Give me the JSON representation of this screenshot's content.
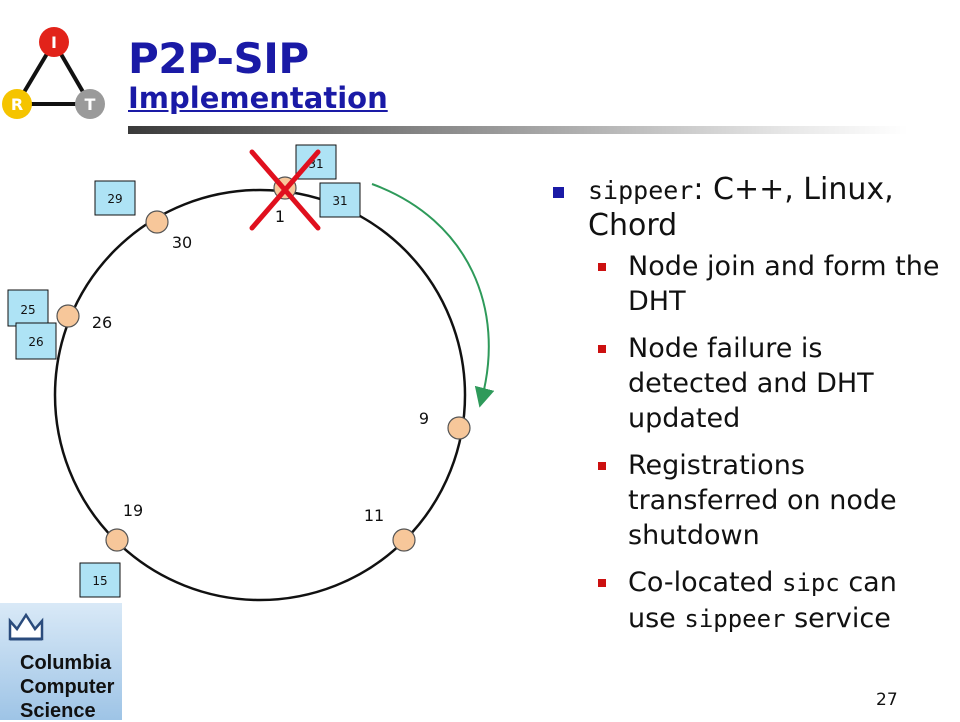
{
  "header": {
    "title": "P2P-SIP",
    "subtitle": "Implementation",
    "logo_letters": [
      "I",
      "R",
      "T"
    ]
  },
  "diagram": {
    "nodes": [
      {
        "label": "1"
      },
      {
        "label": "30"
      },
      {
        "label": "26"
      },
      {
        "label": "9"
      },
      {
        "label": "19"
      },
      {
        "label": "11"
      }
    ],
    "keys": [
      "31",
      "31",
      "29",
      "25",
      "26",
      "15"
    ],
    "colors": {
      "node_fill": "#f7c79a",
      "key_fill": "#aee3f5",
      "cross": "#e0101e",
      "arrow": "#2e9a5a"
    }
  },
  "bullets": {
    "main": {
      "code": "sippeer",
      "text": ": C++, Linux, Chord"
    },
    "sub1": "Node join and form the DHT",
    "sub2": "Node failure is detected and DHT updated",
    "sub3": "Registrations transferred on node shutdown",
    "sub4": {
      "pre": "Co-located ",
      "code1": "sipc",
      "mid": " can use ",
      "code2": "sippeer",
      "post": " service"
    }
  },
  "footer": {
    "logo_lines": [
      "Columbia",
      "Computer",
      "Science"
    ],
    "page_number": "27"
  }
}
